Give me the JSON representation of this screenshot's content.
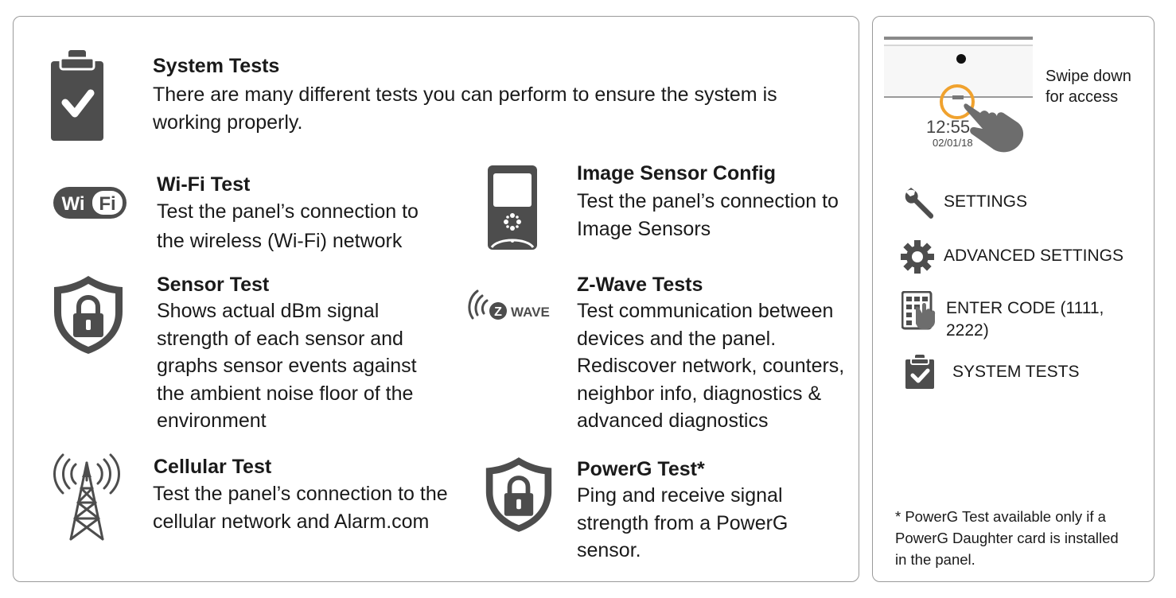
{
  "main": {
    "system_tests": {
      "title": "System Tests",
      "lines": [
        "There are many different tests you can perform to ensure the system is",
        "working properly."
      ],
      "icon": "clipboard-check-icon"
    },
    "wifi_test": {
      "title": "Wi-Fi Test",
      "lines": [
        "Test the panel’s connection to",
        "the wireless (Wi-Fi) network"
      ],
      "icon": "wifi-icon",
      "logo_text": "WiFi"
    },
    "sensor_test": {
      "title": "Sensor Test",
      "lines": [
        "Shows actual dBm signal",
        "strength of each sensor and",
        "graphs sensor events against",
        "the ambient noise floor of the",
        "environment"
      ],
      "icon": "shield-lock-icon"
    },
    "cellular_test": {
      "title": "Cellular Test",
      "lines": [
        "Test the panel’s connection to the",
        "cellular network and Alarm.com"
      ],
      "icon": "cell-tower-icon"
    },
    "image_sensor_config": {
      "title": "Image Sensor Config",
      "lines": [
        "Test the panel’s connection to",
        "Image Sensors"
      ],
      "icon": "image-sensor-icon"
    },
    "zwave_tests": {
      "title": "Z-Wave Tests",
      "lines": [
        "Test communication between",
        "devices and the panel.",
        "Rediscover network, counters,",
        "neighbor info, diagnostics &",
        "advanced diagnostics"
      ],
      "icon": "zwave-icon",
      "logo_text": "WAVE"
    },
    "powerg_test": {
      "title": "PowerG Test*",
      "lines": [
        "Ping and receive signal",
        "strength from a PowerG",
        "sensor."
      ],
      "icon": "shield-lock-icon"
    }
  },
  "sidebar": {
    "screen": {
      "time": "12:55",
      "date": "02/01/18"
    },
    "swipe_hint": [
      "Swipe down",
      "for access"
    ],
    "menu": [
      {
        "label": "SETTINGS",
        "icon": "wrench-icon"
      },
      {
        "label": "ADVANCED SETTINGS",
        "icon": "gear-icon"
      },
      {
        "label": "ENTER CODE (1111, 2222)",
        "icon": "keypad-hand-icon"
      },
      {
        "label": "SYSTEM TESTS",
        "icon": "clipboard-check-icon"
      }
    ],
    "footnote": [
      "* PowerG Test available only if a",
      "PowerG Daughter card is installed",
      "in the panel."
    ]
  },
  "colors": {
    "icon_gray": "#4d4d4d",
    "border": "#9a9a9a",
    "highlight_orange": "#f0a22e"
  }
}
